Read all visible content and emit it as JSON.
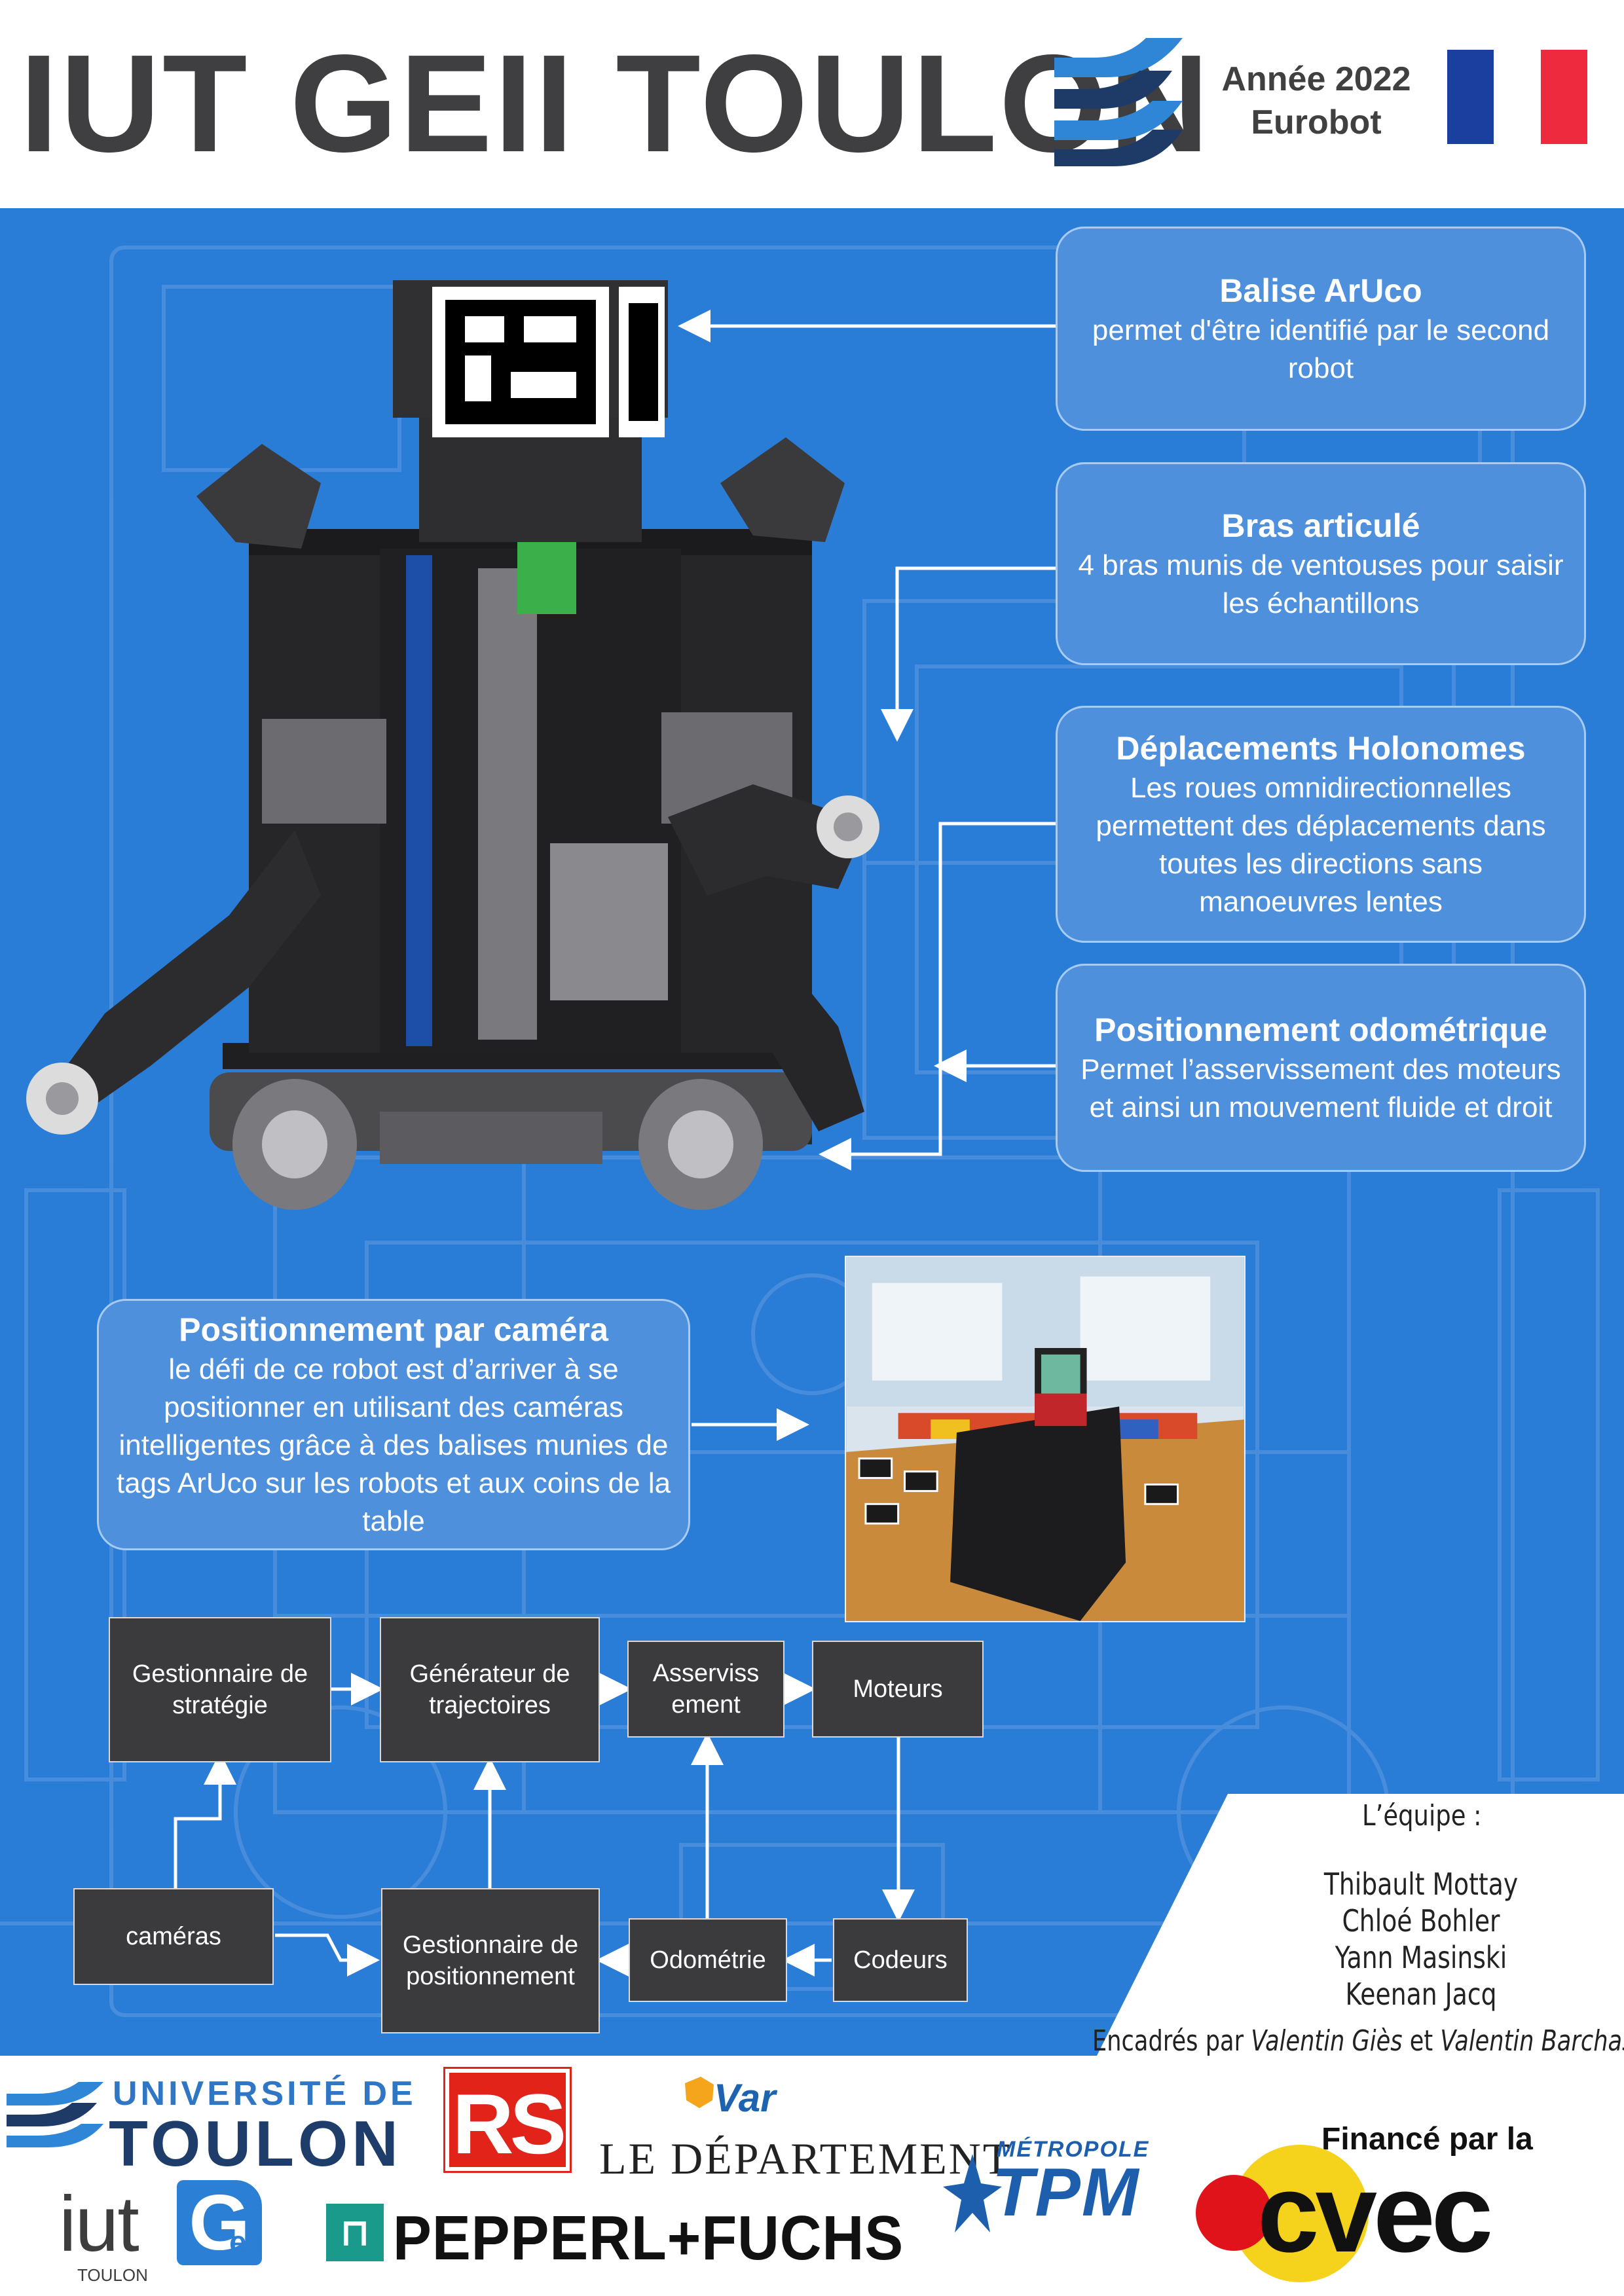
{
  "header": {
    "title": "IUT GEII TOULON",
    "year": "Année 2022",
    "event": "Eurobot"
  },
  "colors": {
    "poster_blue": "#2a7dd6",
    "callout_blue": "#4f90dc",
    "flag_blue": "#1a3f9e",
    "flag_white": "#ffffff",
    "flag_red": "#ee2a3e",
    "flow_box": "#3b3b3d"
  },
  "callouts": {
    "aruco": {
      "title": "Balise ArUco",
      "text": "permet d'être identifié par le second robot"
    },
    "arm": {
      "title": "Bras articulé",
      "text": "4 bras munis de ventouses pour saisir les échantillons"
    },
    "holonomic": {
      "title": "Déplacements Holonomes",
      "text": "Les roues omnidirectionnelles permettent des déplacements dans toutes les directions sans manoeuvres lentes"
    },
    "odometry": {
      "title": "Positionnement odométrique",
      "text": "Permet l’asservissement des moteurs et ainsi un mouvement fluide et droit"
    },
    "camera": {
      "title": "Positionnement par caméra",
      "text": "le défi de ce robot est d’arriver à se positionner en utilisant des caméras intelligentes grâce à des balises munies de tags ArUco sur les robots et aux coins de la table"
    }
  },
  "flow": {
    "strategy": "Gestionnaire de stratégie",
    "trajectory": "Générateur de trajectoires",
    "servo": "Asserviss ement",
    "motors": "Moteurs",
    "cameras": "caméras",
    "positioning": "Gestionnaire de positionnement",
    "odometry": "Odométrie",
    "encoders": "Codeurs"
  },
  "team": {
    "title": "L’équipe :",
    "members": [
      "Thibault Mottay",
      "Chloé Bohler",
      "Yann Masinski",
      "Keenan Jacq"
    ],
    "supervised_prefix": "Encadrés par",
    "supervisor_1": "Valentin Giès",
    "and": "et",
    "supervisor_2": "Valentin Barchasz"
  },
  "sponsors": {
    "univ_line1": "UNIVERSITÉ DE",
    "univ_line2": "TOULON",
    "rs": "RS",
    "var": "Var",
    "departement": "LE DÉPARTEMENT",
    "metropole": "MÉTROPOLE",
    "tpm": "TPM",
    "funded_by": "Financé par la",
    "cvec": "cvec",
    "iut": "iut",
    "iut_toulon": "TOULON",
    "geii_g": "G",
    "geii_rest": "eii",
    "pepperl": "PEPPERL+FUCHS"
  },
  "icons": {
    "header_logo": "university-wave-logo",
    "flag": "french-flag",
    "robot": "robot-render",
    "photo": "robot-camera-photo"
  }
}
